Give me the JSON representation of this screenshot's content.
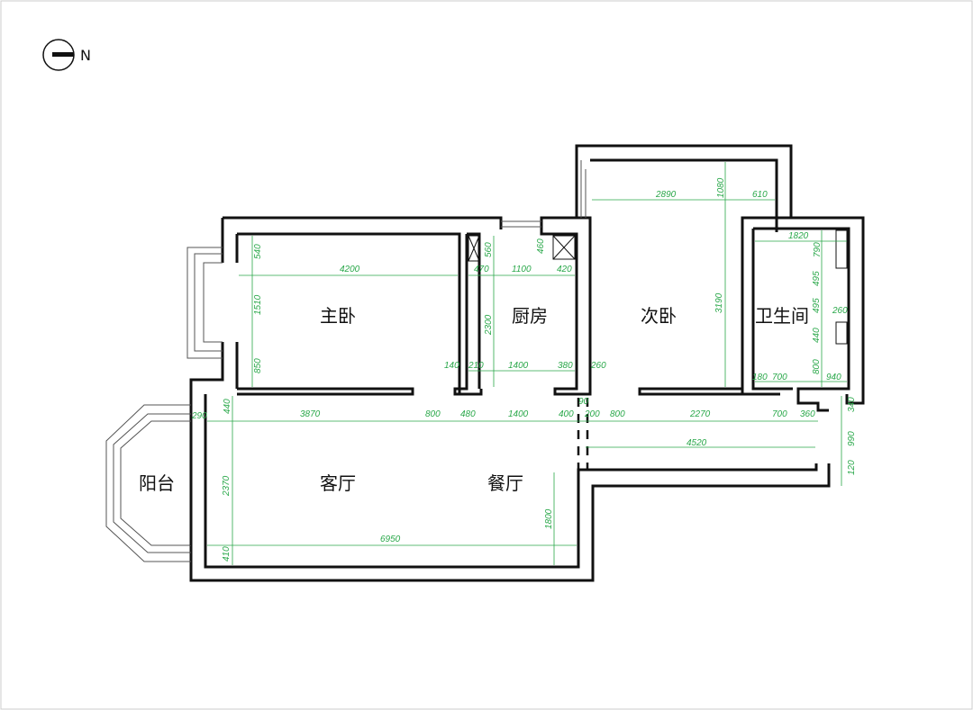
{
  "colors": {
    "wall": "#111111",
    "dimension": "#2aa84a",
    "background": "#ffffff"
  },
  "compass": {
    "label": "N"
  },
  "rooms": {
    "master_bedroom": "主卧",
    "kitchen": "厨房",
    "second_bedroom": "次卧",
    "bathroom": "卫生间",
    "balcony": "阳台",
    "living_room": "客厅",
    "dining_room": "餐厅"
  },
  "dimensions": {
    "d2890": "2890",
    "d1080": "1080",
    "d610": "610",
    "d1820": "1820",
    "d790": "790",
    "d4200": "4200",
    "d540": "540",
    "d1510": "1510",
    "d850": "850",
    "d560": "560",
    "d460": "460",
    "d470": "470",
    "d1100": "1100",
    "d420": "420",
    "d2300": "2300",
    "d3190": "3190",
    "d495a": "495",
    "d495b": "495",
    "d260a": "260",
    "d440a": "440",
    "d800a": "800",
    "d140": "140",
    "d210": "210",
    "d1400a": "1400",
    "d380": "380",
    "d260b": "260",
    "d180": "180",
    "d700a": "700",
    "d940": "940",
    "d290": "290",
    "d440b": "440",
    "d3870": "3870",
    "d800b": "800",
    "d480": "480",
    "d1400b": "1400",
    "d400": "400",
    "d200": "200",
    "d800c": "800",
    "d2270": "2270",
    "d700b": "700",
    "d360": "360",
    "d340": "340",
    "d90": "90",
    "d4520": "4520",
    "d990": "990",
    "d120": "120",
    "d2370": "2370",
    "d1800": "1800",
    "d6950": "6950",
    "d410": "410"
  }
}
